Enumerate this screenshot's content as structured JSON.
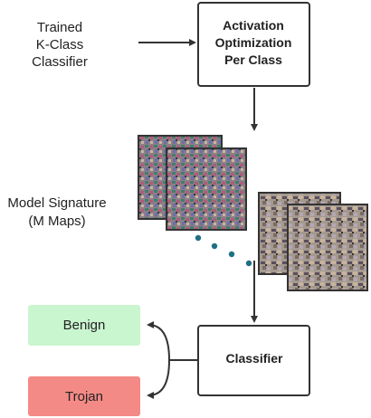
{
  "input": {
    "line1": "Trained",
    "line2": "K-Class",
    "line3": "Classifier"
  },
  "activation_box": {
    "line1": "Activation",
    "line2": "Optimization",
    "line3": "Per Class"
  },
  "signature": {
    "line1": "Model Signature",
    "line2": "(M Maps)"
  },
  "classifier_box": {
    "label": "Classifier"
  },
  "outputs": {
    "benign": {
      "label": "Benign",
      "color": "#c9f5cf"
    },
    "trojan": {
      "label": "Trojan",
      "color": "#f48a86"
    }
  },
  "colors": {
    "line": "#333333",
    "dots": "#1f6f86"
  }
}
